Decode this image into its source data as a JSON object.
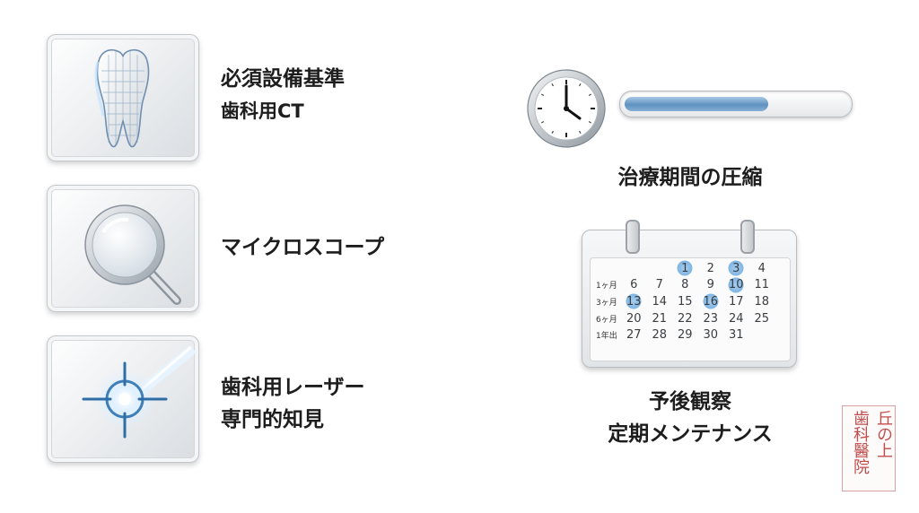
{
  "features": [
    {
      "title": "必須設備基準",
      "subtitle": "歯科用CT",
      "icon": "tooth-icon"
    },
    {
      "title": "マイクロスコープ",
      "icon": "magnifier-icon"
    },
    {
      "title": "歯科用レーザー",
      "subtitle": "専門的知見",
      "icon": "laser-crosshair-icon"
    }
  ],
  "treatment": {
    "caption": "治療期間の圧縮",
    "icon": "clock-icon",
    "progress_fraction": 0.65
  },
  "followup": {
    "caption_line1": "予後観察",
    "caption_line2": "定期メンテナンス",
    "icon": "calendar-icon",
    "calendar": {
      "rows": [
        {
          "label": "",
          "days": [
            "",
            "",
            "1",
            "2",
            "3",
            "4"
          ]
        },
        {
          "label": "1ヶ月",
          "days": [
            "6",
            "7",
            "8",
            "9",
            "10",
            "11"
          ]
        },
        {
          "label": "3ヶ月",
          "days": [
            "13",
            "14",
            "15",
            "16",
            "17",
            "18"
          ]
        },
        {
          "label": "6ヶ月",
          "days": [
            "20",
            "21",
            "22",
            "23",
            "24",
            "25"
          ]
        },
        {
          "label": "1年出",
          "days": [
            "27",
            "28",
            "29",
            "30",
            "31",
            ""
          ]
        }
      ],
      "highlighted": [
        "1",
        "3",
        "10",
        "13",
        "16"
      ]
    }
  },
  "stamp": {
    "line1": "丘の上",
    "line2": "歯科醫院"
  },
  "colors": {
    "accent_blue": "#6aa3d6",
    "stamp_red": "#c24d4d"
  }
}
